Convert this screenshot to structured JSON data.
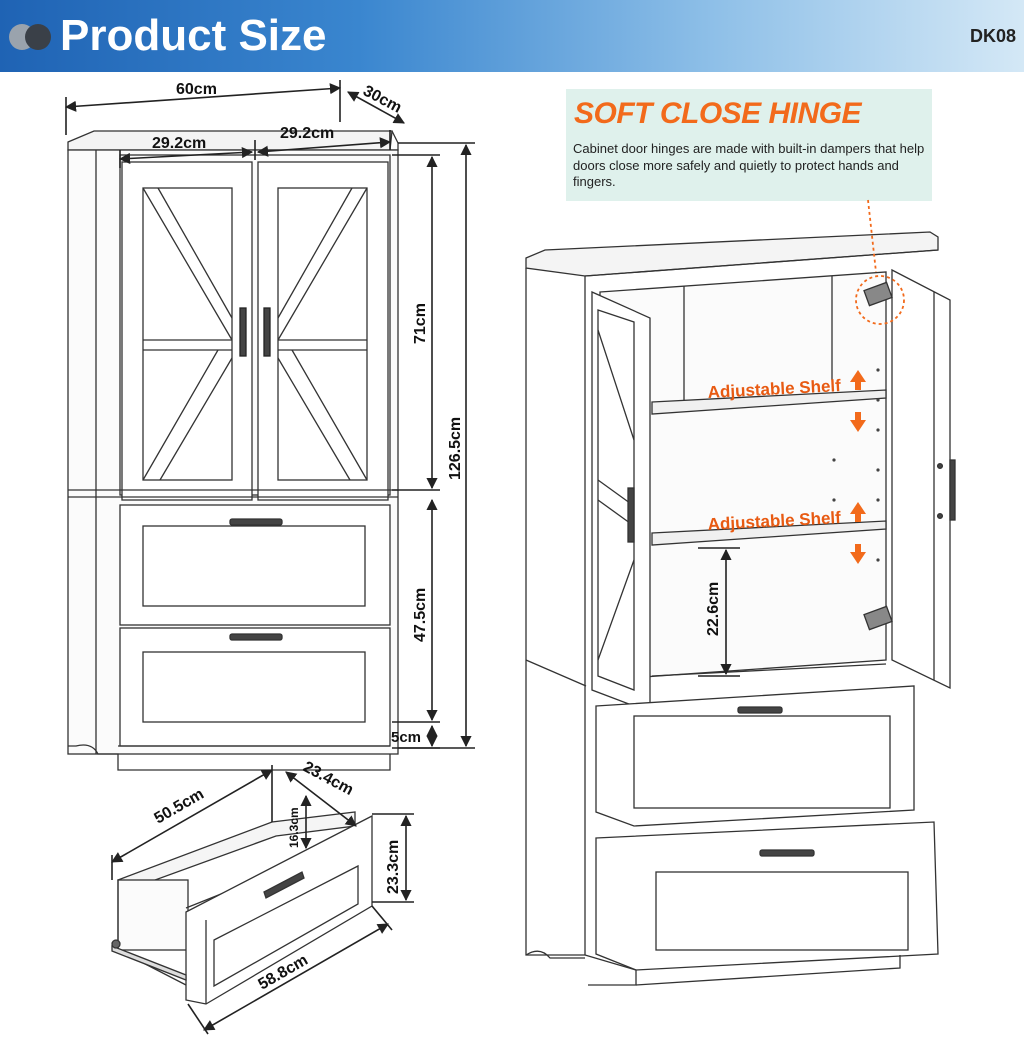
{
  "header": {
    "title": "Product Size",
    "code": "DK08"
  },
  "callout": {
    "title": "SOFT CLOSE HINGE",
    "description": "Cabinet door hinges are made with built-in dampers that help doors close more safely and quietly to protect hands and fingers."
  },
  "dimensions": {
    "width": "60cm",
    "depth": "30cm",
    "door_left": "29.2cm",
    "door_right": "29.2cm",
    "upper_height": "71cm",
    "total_height": "126.5cm",
    "lower_height": "47.5cm",
    "base_height": "5cm",
    "drawer_length": "50.5cm",
    "drawer_width": "23.4cm",
    "drawer_inner_height": "16.3cm",
    "drawer_height": "23.3cm",
    "drawer_front_width": "58.8cm",
    "shelf_gap": "22.6cm"
  },
  "labels": {
    "shelf": "Adjustable Shelf"
  },
  "colors": {
    "accent": "#f26a1b",
    "header": "#1f63b4",
    "callout_bg": "#dff1ec"
  }
}
